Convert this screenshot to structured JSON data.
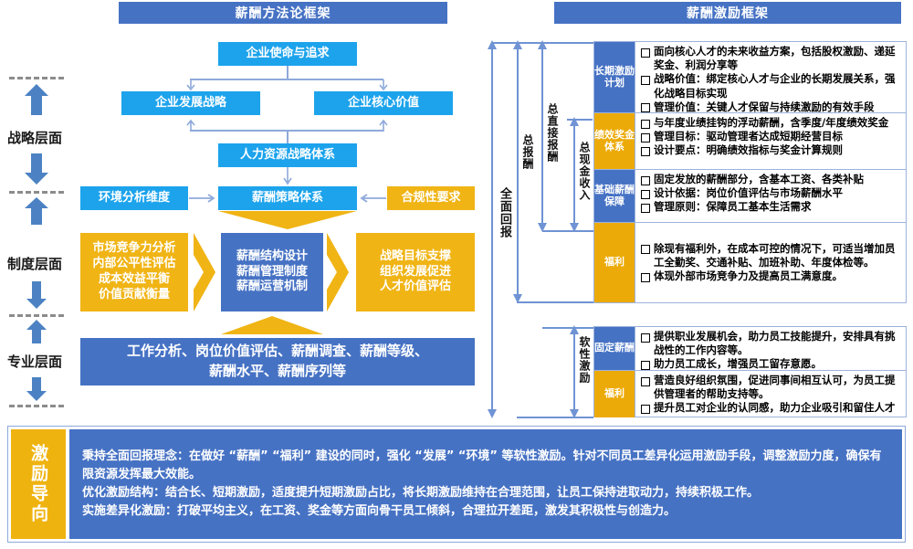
{
  "left_panel": {
    "title": "薪酬方法论框架",
    "levels": [
      {
        "label": "战略层面"
      },
      {
        "label": "制度层面"
      },
      {
        "label": "专业层面"
      }
    ],
    "strategy": {
      "mission": "企业使命与追求",
      "dev_strategy": "企业发展战略",
      "core_value": "企业核心价值",
      "hr_strategy": "人力资源战略体系",
      "env_analysis": "环境分析维度",
      "comp_strategy": "薪酬策略体系",
      "compliance": "合规性要求"
    },
    "system": {
      "left_box": "市场竞争力分析\n内部公平性评估\n成本效益平衡\n价值贡献衡量",
      "left_lines": [
        "市场竞争力分析",
        "内部公平性评估",
        "成本效益平衡",
        "价值贡献衡量"
      ],
      "center_lines": [
        "薪酬结构设计",
        "薪酬管理制度",
        "薪酬运营机制"
      ],
      "right_lines": [
        "战略目标支撑",
        "组织发展促进",
        "人才价值评估"
      ]
    },
    "professional": {
      "lines": [
        "工作分析、岗位价值评估、薪酬调查、薪酬等级、",
        "薪酬水平、薪酬序列等"
      ]
    }
  },
  "right_panel": {
    "title": "薪酬激励框架",
    "brackets": [
      {
        "label": "全面回报"
      },
      {
        "label": "总报酬"
      },
      {
        "label": "总直接报酬"
      },
      {
        "label": "总现金收入"
      },
      {
        "label": "软性激励"
      }
    ],
    "rows": [
      {
        "category": "长期激励计划",
        "category_color": "#4672C4",
        "items": [
          "面向核心人才的未来收益方案，包括股权激励、递延奖金、利润分享等",
          "战略价值：绑定核心人才与企业的长期发展关系，强化战略目标实现",
          "管理价值：关键人才保留与持续激励的有效手段"
        ]
      },
      {
        "category": "绩效奖金体系",
        "category_color": "#ECAA08",
        "items": [
          "与年度业绩挂钩的浮动薪酬，含季度/年度绩效奖金",
          "管理目标：驱动管理者达成短期经营目标",
          "设计要点：明确绩效指标与奖金计算规则"
        ]
      },
      {
        "category": "基础薪酬保障",
        "category_color": "#4672C4",
        "items": [
          "固定发放的薪酬部分，含基本工资、各类补贴",
          "设计依据：岗位价值评估与市场薪酬水平",
          "管理原则：保障员工基本生活需求"
        ]
      },
      {
        "category": "福利",
        "category_color": "#ECAA08",
        "items": [
          "除现有福利外，在成本可控的情况下，可适当增加员工全勤奖、交通补贴、加班补助、年度体检等。",
          "体现外部市场竞争力及提高员工满意度。"
        ]
      }
    ],
    "soft_rows": [
      {
        "category": "固定薪酬",
        "category_color": "#4672C4",
        "items": [
          "提供职业发展机会，助力员工技能提升，安排具有挑战性的工作内容等。",
          "助力员工成长，增强员工留存意愿。"
        ]
      },
      {
        "category": "福利",
        "category_color": "#ECAA08",
        "items": [
          "营造良好组织氛围，促进同事间相互认可，为员工提供管理者的帮助支持等。",
          "提升员工对企业的认同感，助力企业吸引和留住人才"
        ]
      }
    ]
  },
  "footer": {
    "tab_label": "激励导向",
    "paragraphs": [
      "秉持全面回报理念：在做好 “薪酬” “福利” 建设的同时，强化 “发展” “环境” 等软性激励。针对不同员工差异化运用激励手段，调整激励力度，确保有限资源发挥最大效能。",
      "优化激励结构：结合长、短期激励，适度提升短期激励占比，将长期激励维持在合理范围，让员工保持进取动力，持续积极工作。",
      "实施差异化激励：打破平均主义，在工资、奖金等方面向骨干员工倾斜，合理拉开差距，激发其积极性与创造力。"
    ]
  },
  "colors": {
    "brand_blue": "#4672C4",
    "sky_blue": "#1CA3EC",
    "gold": "#F0B415",
    "line_blue": "#8ea9db",
    "dash_gray": "#8c8c8c"
  }
}
